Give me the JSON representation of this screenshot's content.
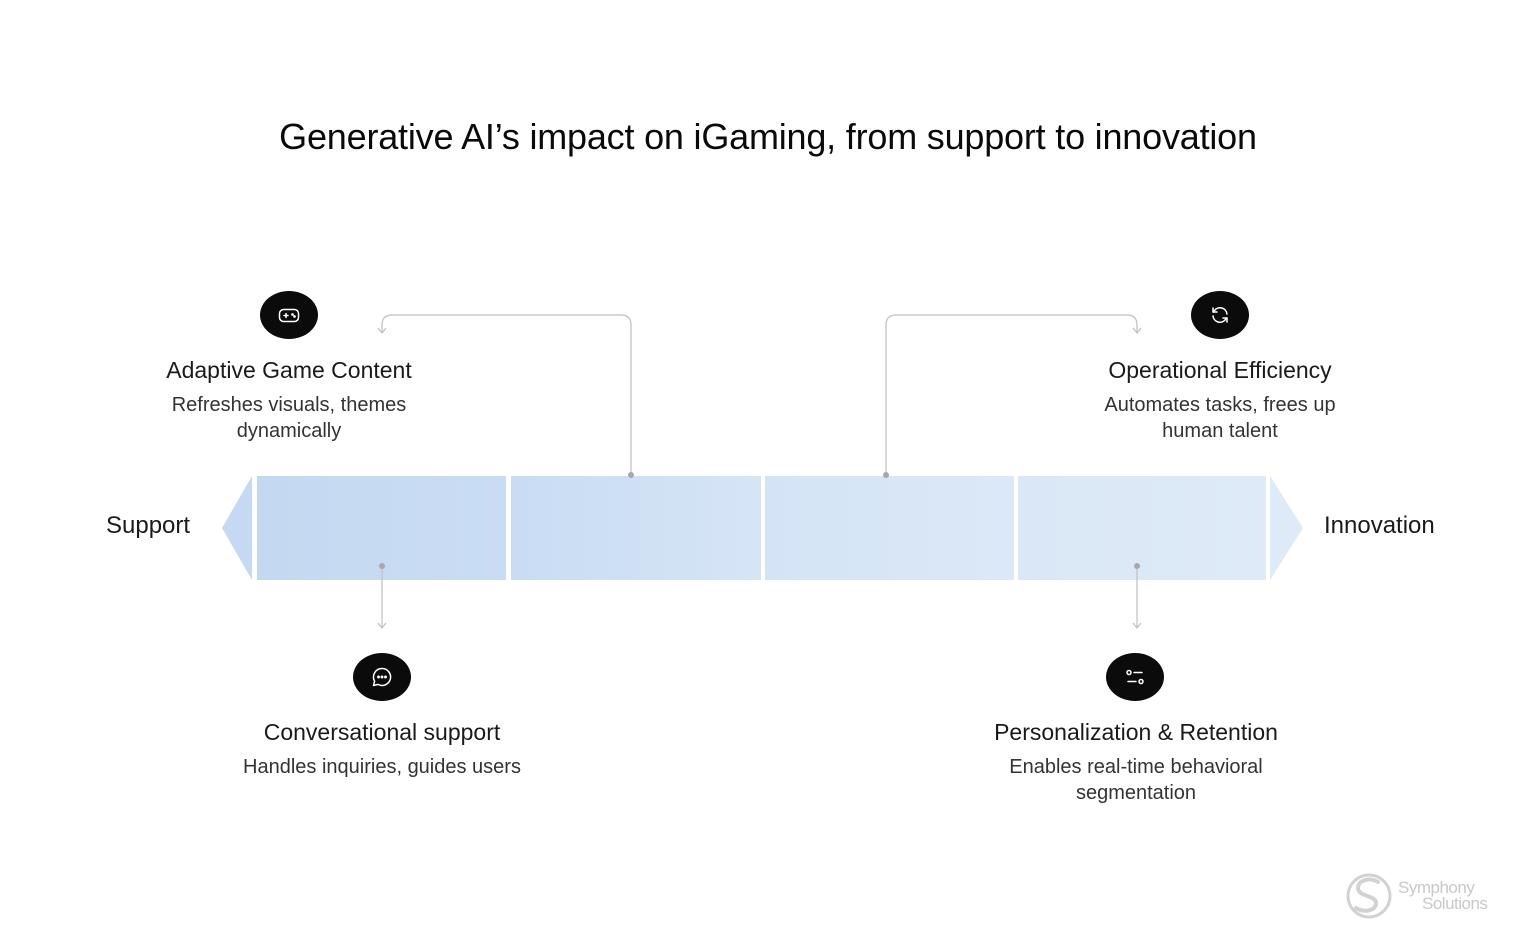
{
  "title": "Generative AI’s impact on iGaming, from support to innovation",
  "axis": {
    "start_label": "Support",
    "end_label": "Innovation"
  },
  "colors": {
    "bar_start": "#c5daf2",
    "bar_end": "#dde9f6",
    "connector": "#c2c2c2",
    "icon_bg": "#0b0b0b"
  },
  "items": [
    {
      "title": "Adaptive Game Content",
      "description": "Refreshes visuals, themes dynamically",
      "icon": "gamepad-icon",
      "position": "top"
    },
    {
      "title": "Operational Efficiency",
      "description": "Automates tasks, frees up human talent",
      "icon": "refresh-icon",
      "position": "top"
    },
    {
      "title": "Conversational support",
      "description": "Handles inquiries, guides users",
      "icon": "chat-icon",
      "position": "bottom"
    },
    {
      "title": "Personalization & Retention",
      "description": "Enables real-time behavioral segmentation",
      "icon": "sliders-icon",
      "position": "bottom"
    }
  ],
  "logo": {
    "line1": "Symphony",
    "line2": "Solutions"
  }
}
